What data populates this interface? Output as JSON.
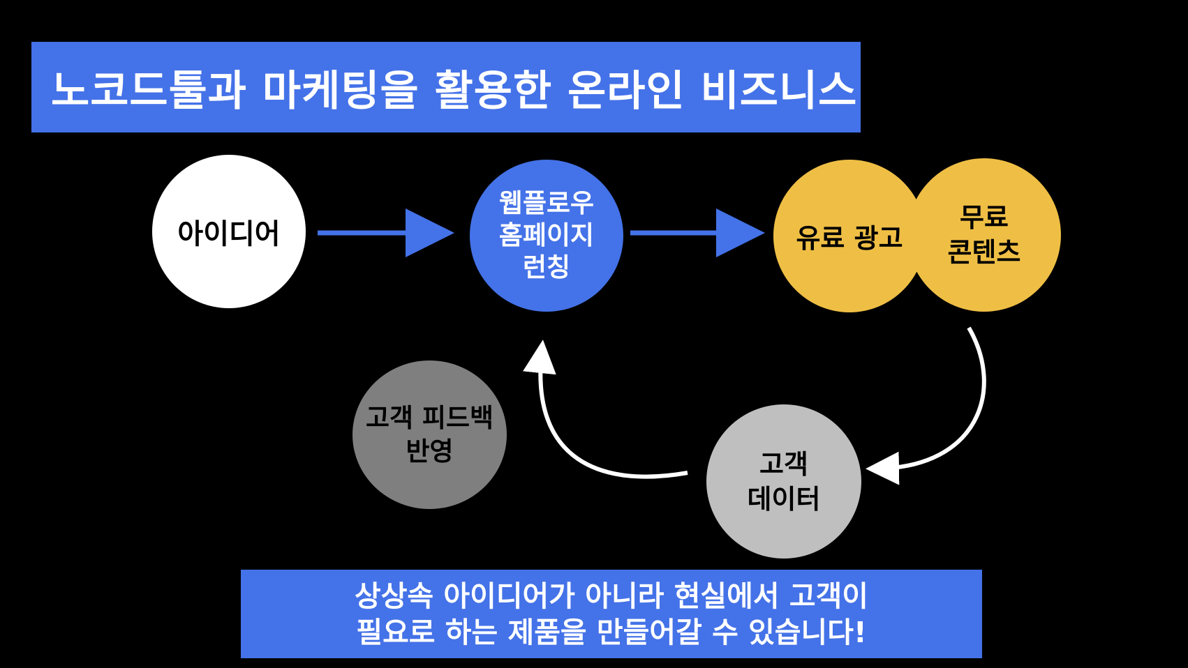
{
  "title": "노코드툴과 마케팅을 활용한 온라인 비즈니스",
  "nodes": {
    "idea": {
      "lines": [
        "아이디어"
      ],
      "color": "#FFFFFF"
    },
    "webflow": {
      "lines": [
        "웹플로우",
        "홈페이지",
        "런칭"
      ],
      "color": "#4472E8"
    },
    "paid_ads": {
      "lines": [
        "유료 광고"
      ],
      "color": "#EFBF45"
    },
    "free_content": {
      "lines": [
        "무료",
        "콘텐츠"
      ],
      "color": "#EFBF45"
    },
    "customer_data": {
      "lines": [
        "고객",
        "데이터"
      ],
      "color": "#BFBFBF"
    },
    "feedback": {
      "lines": [
        "고객 피드백",
        "반영"
      ],
      "color": "#7F7F7F"
    }
  },
  "colors": {
    "background": "#000000",
    "accent_blue": "#4472E8",
    "arrow_blue": "#4472E8",
    "arrow_white": "#FFFFFF"
  },
  "footer": {
    "lines": [
      "상상속 아이디어가 아니라 현실에서 고객이",
      "필요로 하는 제품을 만들어갈 수 있습니다!"
    ]
  }
}
